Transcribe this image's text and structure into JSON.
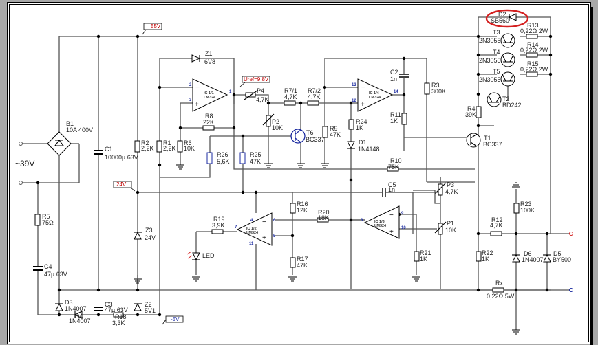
{
  "title": "Regulated lab power supply schematic",
  "supply": {
    "input": "~39V"
  },
  "voltage_tags": {
    "v55": "55V",
    "v24": "24V",
    "vneg5": "-5V",
    "uref": "Uref=9.8V"
  },
  "components": {
    "B1": {
      "ref": "B1",
      "value": "10A 400V"
    },
    "C1": {
      "ref": "C1",
      "value": "10000µ 63V"
    },
    "C2": {
      "ref": "C2",
      "value": "1n"
    },
    "C3": {
      "ref": "C3",
      "value": "47µ 63V"
    },
    "C4": {
      "ref": "C4",
      "value": "47µ 63V"
    },
    "C5": {
      "ref": "C5",
      "value": "1n"
    },
    "R1": {
      "ref": "R1",
      "value": "2,2K"
    },
    "R2": {
      "ref": "R2",
      "value": "2,2K"
    },
    "R3": {
      "ref": "R3",
      "value": "300K"
    },
    "R4": {
      "ref": "R4",
      "value": "39K"
    },
    "R5": {
      "ref": "R5",
      "value": "75Ω"
    },
    "R6": {
      "ref": "R6",
      "value": "10K"
    },
    "R8": {
      "ref": "R8",
      "value": "22K"
    },
    "R9": {
      "ref": "R9",
      "value": "47K"
    },
    "R10": {
      "ref": "R10",
      "value": "75K"
    },
    "R11": {
      "ref": "R11",
      "value": "1K"
    },
    "R12": {
      "ref": "R12",
      "value": "4,7K"
    },
    "R13": {
      "ref": "R13",
      "value": "0,22Ω 2W"
    },
    "R14": {
      "ref": "R14",
      "value": "0,22Ω 2W"
    },
    "R15": {
      "ref": "R15",
      "value": "0,22Ω 2W"
    },
    "R16": {
      "ref": "R16",
      "value": "12K"
    },
    "R17": {
      "ref": "R17",
      "value": "47K"
    },
    "R18": {
      "ref": "R18",
      "value": "3,3K"
    },
    "R19": {
      "ref": "R19",
      "value": "3,9K"
    },
    "R20": {
      "ref": "R20",
      "value": "18K"
    },
    "R21": {
      "ref": "R21",
      "value": "1K"
    },
    "R22": {
      "ref": "R22",
      "value": "1K"
    },
    "R23": {
      "ref": "R23",
      "value": "100K"
    },
    "R24": {
      "ref": "R24",
      "value": "1K"
    },
    "R25": {
      "ref": "R25",
      "value": "47K"
    },
    "R26": {
      "ref": "R26",
      "value": "5,6K"
    },
    "R7_1": {
      "ref": "R7/1",
      "value": "4,7K"
    },
    "R7_2": {
      "ref": "R7/2",
      "value": "4,7K"
    },
    "Rx": {
      "ref": "Rx",
      "value": "0,22Ω 5W"
    },
    "P1": {
      "ref": "P1",
      "value": "10K"
    },
    "P2": {
      "ref": "P2",
      "value": "10K"
    },
    "P3": {
      "ref": "P3",
      "value": "4,7K"
    },
    "P4": {
      "ref": "P4",
      "value": "4,7K"
    },
    "Z1": {
      "ref": "Z1",
      "value": "6V8"
    },
    "Z2": {
      "ref": "Z2",
      "value": "5V1"
    },
    "Z3": {
      "ref": "Z3",
      "value": "24V"
    },
    "D1": {
      "ref": "D1",
      "value": "1N4148"
    },
    "D2": {
      "ref": "D2",
      "value": "SB560"
    },
    "D3": {
      "ref": "D3",
      "value": "1N4007"
    },
    "D4": {
      "ref": "D4",
      "value": "1N4007"
    },
    "D5": {
      "ref": "D5",
      "value": "BY500"
    },
    "D6": {
      "ref": "D6",
      "value": "1N4007"
    },
    "T1": {
      "ref": "T1",
      "value": "BC337"
    },
    "T2": {
      "ref": "T2",
      "value": "BD242"
    },
    "T3": {
      "ref": "T3",
      "value": "2N3055"
    },
    "T4": {
      "ref": "T4",
      "value": "2N3055"
    },
    "T5": {
      "ref": "T5",
      "value": "2N3055"
    },
    "T6": {
      "ref": "T6",
      "value": "BC337"
    },
    "LED": {
      "ref": "LED"
    }
  },
  "opamps": {
    "ic11": {
      "ref": "IC 1/1",
      "part": "LM324",
      "pins": [
        "2",
        "3",
        "1"
      ]
    },
    "ic12": {
      "ref": "IC 1/2",
      "part": "LM324",
      "pins": [
        "6",
        "5",
        "7",
        "4",
        "11"
      ]
    },
    "ic13": {
      "ref": "IC 1/3",
      "part": "LM324",
      "pins": [
        "9",
        "10",
        "8"
      ]
    },
    "ic14": {
      "ref": "IC 1/4",
      "part": "LM324",
      "pins": [
        "13",
        "12",
        "14"
      ]
    }
  },
  "annotation_color": "#d42020"
}
